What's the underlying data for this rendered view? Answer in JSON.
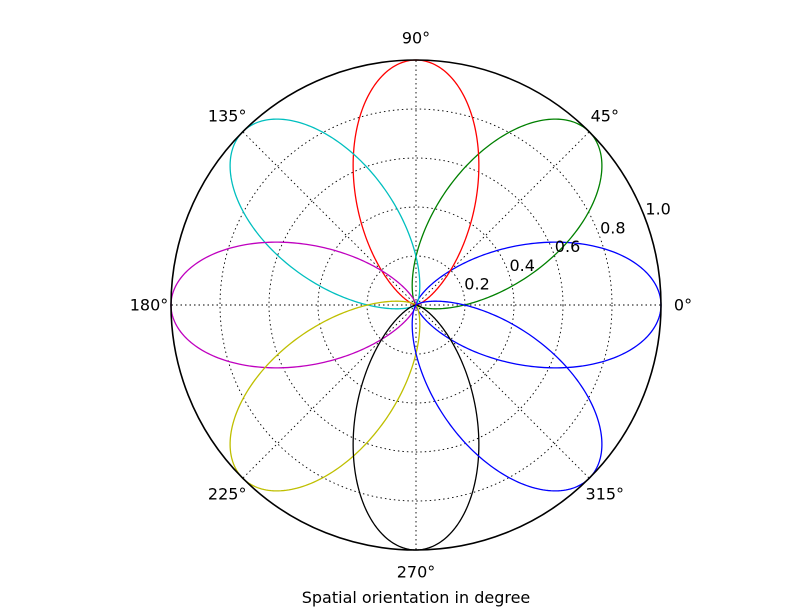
{
  "chart_data": {
    "type": "line",
    "projection": "polar",
    "xlabel": "Spatial orientation in degree",
    "theta_unit": "degree",
    "theta_ticks": [
      0,
      45,
      90,
      135,
      180,
      225,
      270,
      315
    ],
    "theta_tick_labels": [
      "0°",
      "45°",
      "90°",
      "135°",
      "180°",
      "225°",
      "270°",
      "315°"
    ],
    "r_ticks": [
      0.2,
      0.4,
      0.6,
      0.8,
      1.0
    ],
    "r_tick_labels": [
      "0.2",
      "0.4",
      "0.6",
      "0.8",
      "1.0"
    ],
    "rlim": [
      0,
      1.0
    ],
    "grid": true,
    "curve_model": "r = exp(-(theta - center)^2 / (2 * width^2)), theta in degrees",
    "width_deg": 25,
    "series": [
      {
        "center_deg": 0,
        "color": "#0000ff"
      },
      {
        "center_deg": 45,
        "color": "#008000"
      },
      {
        "center_deg": 90,
        "color": "#ff0000"
      },
      {
        "center_deg": 135,
        "color": "#00bfbf"
      },
      {
        "center_deg": 180,
        "color": "#bf00bf"
      },
      {
        "center_deg": 225,
        "color": "#bfbf00"
      },
      {
        "center_deg": 270,
        "color": "#000000"
      },
      {
        "center_deg": 315,
        "color": "#0000ff"
      }
    ]
  }
}
